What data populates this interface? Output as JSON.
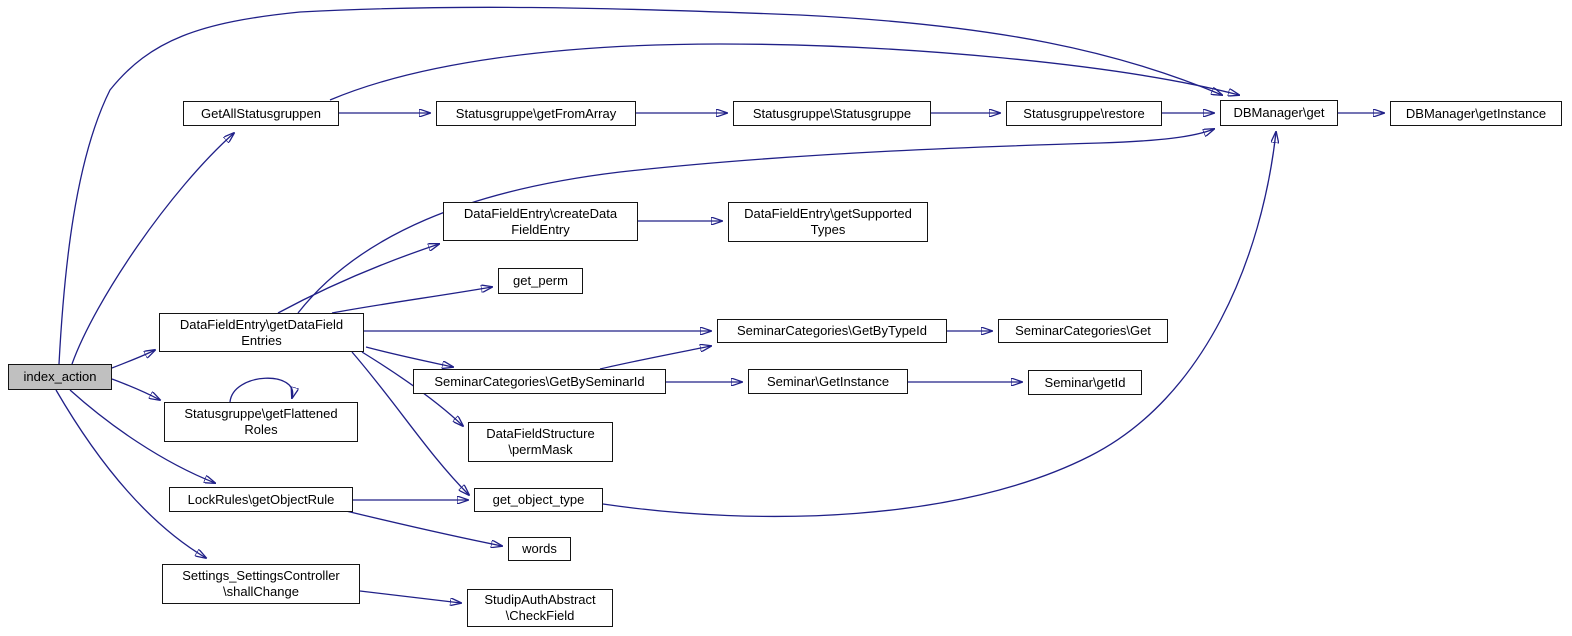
{
  "diagram": {
    "type": "call-graph",
    "highlighted_node": "index_action",
    "colors": {
      "edge": "#202088",
      "node_border": "#141414",
      "node_fill": "#ffffff",
      "highlight_fill": "#c0c0c0",
      "text": "#000000",
      "background": "#ffffff"
    }
  },
  "nodes": {
    "index_action": {
      "label": "index_action",
      "highlighted": true
    },
    "GetAllStatusgruppen": {
      "label": "GetAllStatusgruppen"
    },
    "Statusgruppe_getFromArray": {
      "label": "Statusgruppe\\getFromArray"
    },
    "Statusgruppe_Statusgruppe": {
      "label": "Statusgruppe\\Statusgruppe"
    },
    "Statusgruppe_restore": {
      "label": "Statusgruppe\\restore"
    },
    "DBManager_get": {
      "label": "DBManager\\get"
    },
    "DBManager_getInstance": {
      "label": "DBManager\\getInstance"
    },
    "DataFieldEntry_createDataFieldEntry": {
      "label": "DataFieldEntry\\createData\nFieldEntry"
    },
    "DataFieldEntry_getSupportedTypes": {
      "label": "DataFieldEntry\\getSupported\nTypes"
    },
    "get_perm": {
      "label": "get_perm"
    },
    "DataFieldEntry_getDataFieldEntries": {
      "label": "DataFieldEntry\\getDataField\nEntries"
    },
    "SeminarCategories_GetByTypeId": {
      "label": "SeminarCategories\\GetByTypeId"
    },
    "SeminarCategories_Get": {
      "label": "SeminarCategories\\Get"
    },
    "SeminarCategories_GetBySeminarId": {
      "label": "SeminarCategories\\GetBySeminarId"
    },
    "Seminar_GetInstance": {
      "label": "Seminar\\GetInstance"
    },
    "Seminar_getId": {
      "label": "Seminar\\getId"
    },
    "Statusgruppe_getFlattenedRoles": {
      "label": "Statusgruppe\\getFlattened\nRoles"
    },
    "DataFieldStructure_permMask": {
      "label": "DataFieldStructure\n\\permMask"
    },
    "LockRules_getObjectRule": {
      "label": "LockRules\\getObjectRule"
    },
    "get_object_type": {
      "label": "get_object_type"
    },
    "words": {
      "label": "words"
    },
    "Settings_SettingsController_shallChange": {
      "label": "Settings_SettingsController\n\\shallChange"
    },
    "StudipAuthAbstract_CheckField": {
      "label": "StudipAuthAbstract\n\\CheckField"
    }
  },
  "edges": [
    {
      "from": "index_action",
      "to": "GetAllStatusgruppen"
    },
    {
      "from": "index_action",
      "to": "DBManager_get"
    },
    {
      "from": "index_action",
      "to": "DataFieldEntry_getDataFieldEntries"
    },
    {
      "from": "index_action",
      "to": "Statusgruppe_getFlattenedRoles"
    },
    {
      "from": "index_action",
      "to": "LockRules_getObjectRule"
    },
    {
      "from": "index_action",
      "to": "Settings_SettingsController_shallChange"
    },
    {
      "from": "GetAllStatusgruppen",
      "to": "Statusgruppe_getFromArray"
    },
    {
      "from": "GetAllStatusgruppen",
      "to": "DBManager_get"
    },
    {
      "from": "Statusgruppe_getFromArray",
      "to": "Statusgruppe_Statusgruppe"
    },
    {
      "from": "Statusgruppe_Statusgruppe",
      "to": "Statusgruppe_restore"
    },
    {
      "from": "Statusgruppe_restore",
      "to": "DBManager_get"
    },
    {
      "from": "DBManager_get",
      "to": "DBManager_getInstance"
    },
    {
      "from": "DataFieldEntry_getDataFieldEntries",
      "to": "DataFieldEntry_createDataFieldEntry"
    },
    {
      "from": "DataFieldEntry_createDataFieldEntry",
      "to": "DataFieldEntry_getSupportedTypes"
    },
    {
      "from": "DataFieldEntry_getDataFieldEntries",
      "to": "get_perm"
    },
    {
      "from": "DataFieldEntry_getDataFieldEntries",
      "to": "DBManager_get"
    },
    {
      "from": "DataFieldEntry_getDataFieldEntries",
      "to": "SeminarCategories_GetByTypeId"
    },
    {
      "from": "DataFieldEntry_getDataFieldEntries",
      "to": "SeminarCategories_GetBySeminarId"
    },
    {
      "from": "DataFieldEntry_getDataFieldEntries",
      "to": "DataFieldStructure_permMask"
    },
    {
      "from": "DataFieldEntry_getDataFieldEntries",
      "to": "get_object_type"
    },
    {
      "from": "SeminarCategories_GetByTypeId",
      "to": "SeminarCategories_Get"
    },
    {
      "from": "SeminarCategories_GetBySeminarId",
      "to": "SeminarCategories_GetByTypeId"
    },
    {
      "from": "SeminarCategories_GetBySeminarId",
      "to": "Seminar_GetInstance"
    },
    {
      "from": "Seminar_GetInstance",
      "to": "Seminar_getId"
    },
    {
      "from": "Statusgruppe_getFlattenedRoles",
      "to": "Statusgruppe_getFlattenedRoles"
    },
    {
      "from": "LockRules_getObjectRule",
      "to": "get_object_type"
    },
    {
      "from": "LockRules_getObjectRule",
      "to": "words"
    },
    {
      "from": "get_object_type",
      "to": "DBManager_get"
    },
    {
      "from": "Settings_SettingsController_shallChange",
      "to": "StudipAuthAbstract_CheckField"
    }
  ]
}
